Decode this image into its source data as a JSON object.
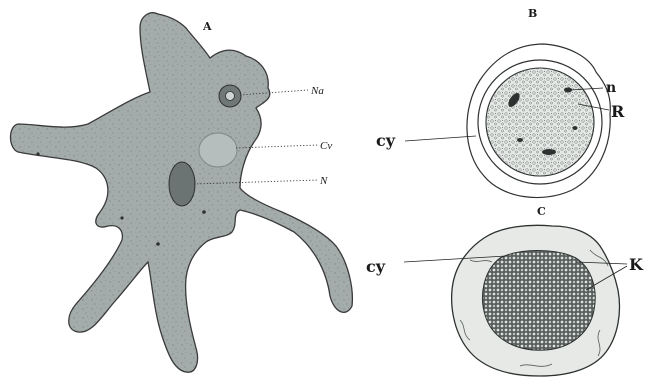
{
  "panels": {
    "a": {
      "letter": "A",
      "labels": {
        "nucleolus": "Na",
        "contractile_vacuole": "Cv",
        "nucleus": "N"
      }
    },
    "b": {
      "letter": "B",
      "labels": {
        "cyst_wall": "cy",
        "nucleus": "n",
        "reserve": "R"
      }
    },
    "c": {
      "letter": "C",
      "labels": {
        "cyst_wall": "cy",
        "spores": "K"
      }
    }
  },
  "colors": {
    "cytoplasm": "#9fa8a7",
    "outline": "#3a3a3a",
    "ink": "#1a1a1a",
    "cyst_fill": "#d8dcd8",
    "background": "#ffffff"
  }
}
